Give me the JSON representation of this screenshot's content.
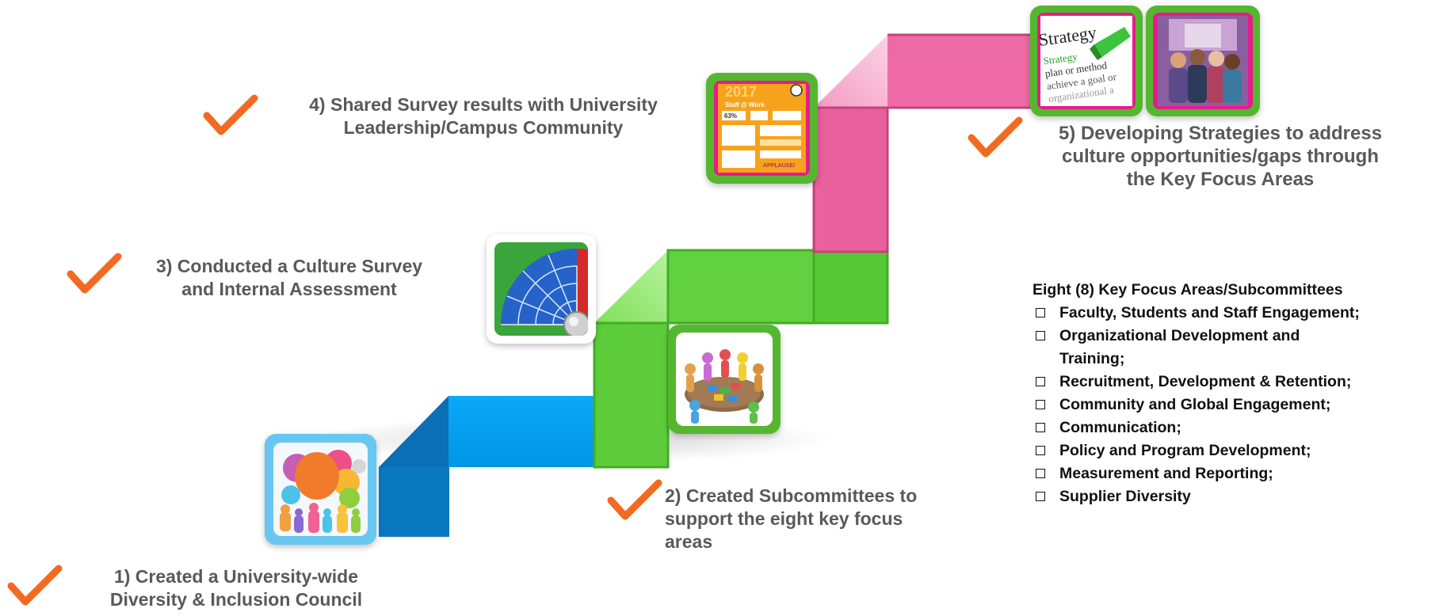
{
  "steps": [
    {
      "id": "s1",
      "lines": [
        "1)   Created a University-wide",
        "Diversity & Inclusion Council"
      ]
    },
    {
      "id": "s2",
      "lines": [
        "2) Created Subcommittees to",
        "support the eight key focus",
        "areas"
      ]
    },
    {
      "id": "s3",
      "lines": [
        "3) Conducted a Culture Survey",
        "and Internal Assessment"
      ]
    },
    {
      "id": "s4",
      "lines": [
        "4) Shared Survey results with University",
        "Leadership/Campus Community"
      ]
    },
    {
      "id": "s5",
      "lines": [
        "5) Developing Strategies to address",
        "culture opportunities/gaps through",
        "the Key Focus Areas"
      ]
    }
  ],
  "focus": {
    "title": "Eight (8) Key Focus Areas/Subcommittees",
    "items": [
      [
        "Faculty, Students and Staff Engagement;"
      ],
      [
        "Organizational Development and",
        "Training;"
      ],
      [
        "Recruitment, Development & Retention;"
      ],
      [
        "Community and Global Engagement;"
      ],
      [
        "Communication;"
      ],
      [
        "Policy and Program Development;"
      ],
      [
        "Measurement and Reporting;"
      ],
      [
        "Supplier Diversity"
      ]
    ]
  },
  "images": {
    "infographic_year": "2017",
    "infographic_title": "Staff @ Work",
    "infographic_stat": "63%",
    "infographic_footer": "APPLAUSE!",
    "strategy_word": "Strategy",
    "strategy_lines": [
      "Strategy",
      "plan or method",
      "achieve a goal or",
      "organizational a"
    ]
  },
  "colors": {
    "check": "#f26a21",
    "text": "#595959",
    "blue_ribbon": "#00a2f2",
    "blue_dark": "#0a6fb5",
    "green_ribbon": "#55cc33",
    "green_dark": "#3aa61f",
    "pink_ribbon": "#e8609e",
    "pink_dark": "#c2437f",
    "tile_green": "#55b72f",
    "tile_blue": "#67c7f0",
    "tile_pink": "#e71b8b"
  }
}
